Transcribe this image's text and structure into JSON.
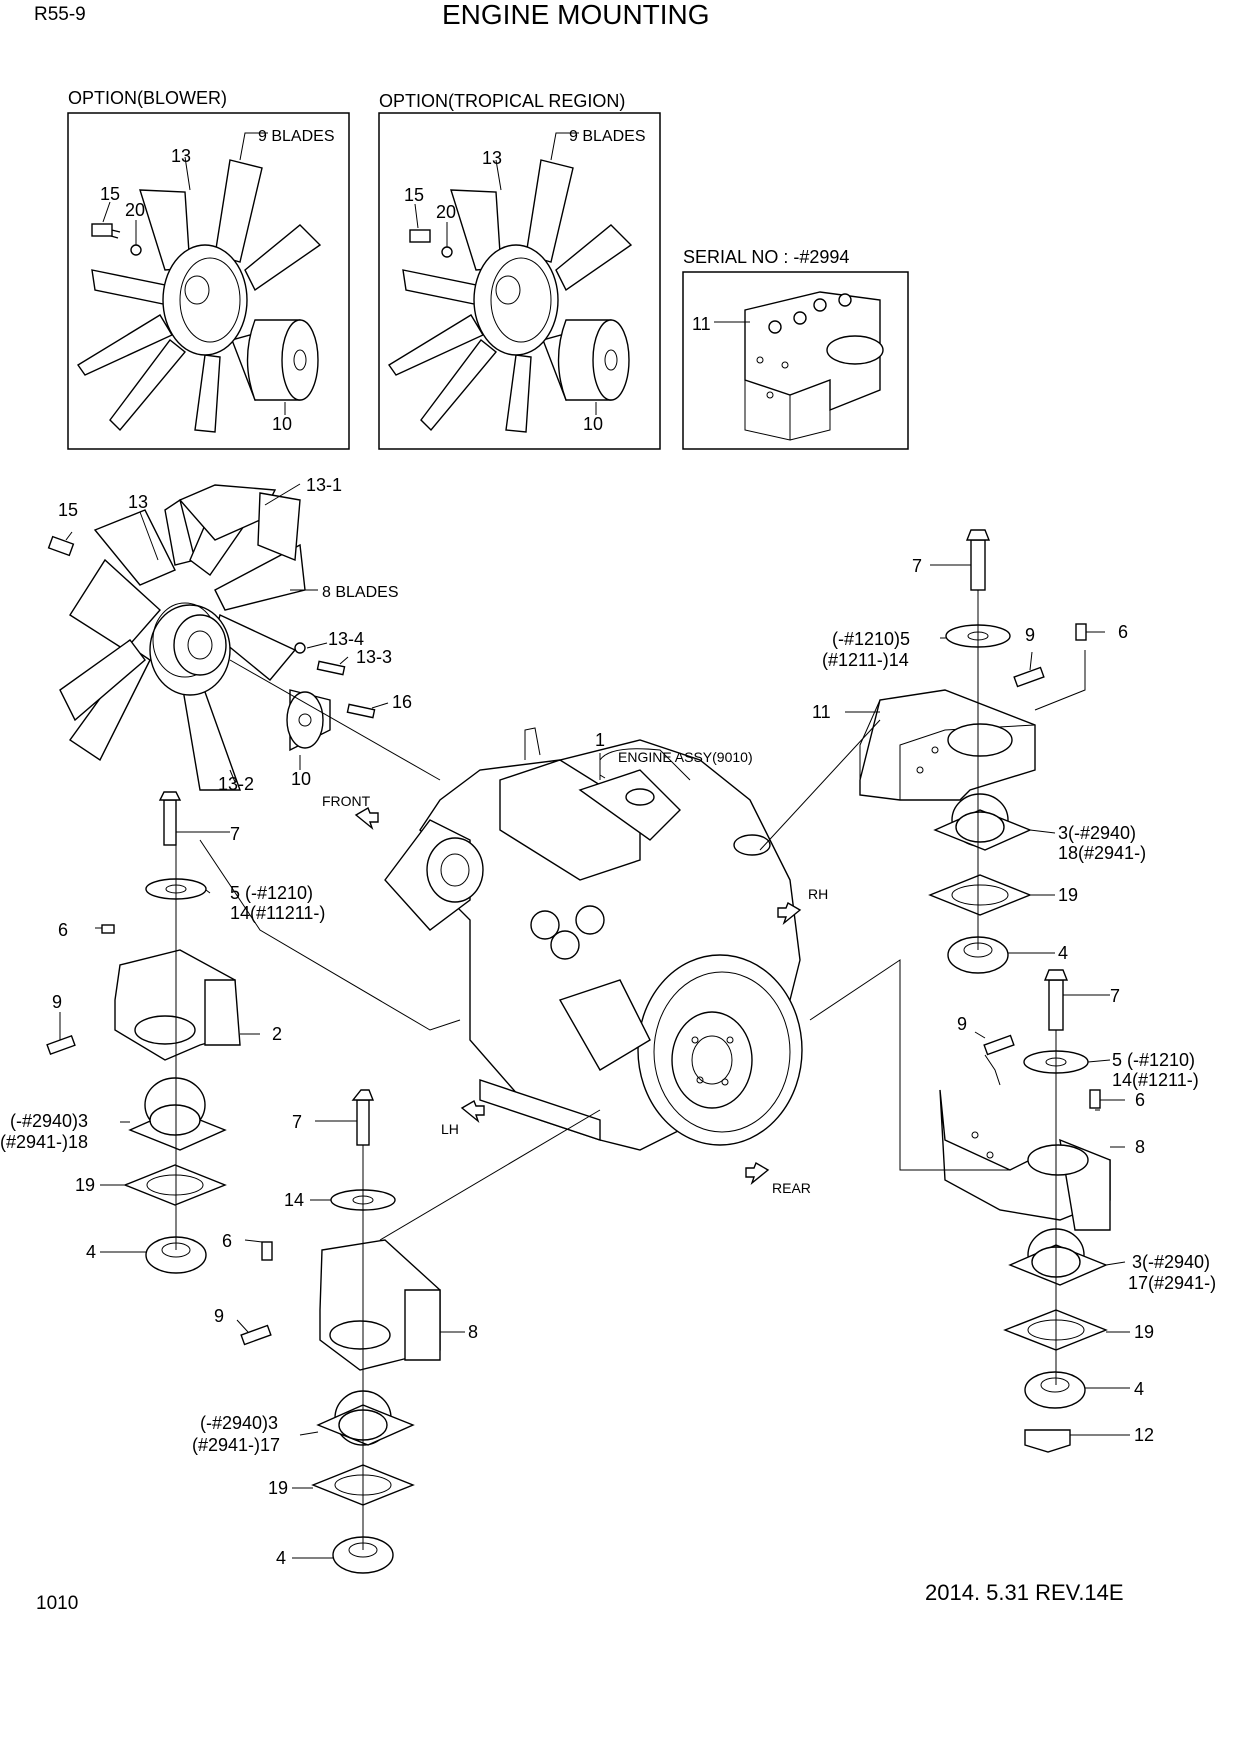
{
  "header": {
    "model": "R55-9",
    "title": "ENGINE MOUNTING"
  },
  "footer": {
    "page": "1010",
    "revision": "2014. 5.31  REV.14E"
  },
  "options": {
    "blower": {
      "title": "OPTION(BLOWER)",
      "blades": "9 BLADES",
      "fan": "13",
      "bolt": "15",
      "washer": "20",
      "spacer": "10"
    },
    "tropical": {
      "title": "OPTION(TROPICAL REGION)",
      "blades": "9 BLADES",
      "fan": "13",
      "bolt": "15",
      "washer": "20",
      "spacer": "10"
    },
    "serial": {
      "title": "SERIAL NO : -#2994",
      "bracket": "11"
    }
  },
  "fan": {
    "bolt": "15",
    "fan": "13",
    "hub": "13-1",
    "blades": "8 BLADES",
    "p13_4": "13-4",
    "p13_3": "13-3",
    "p16": "16",
    "spacer": "10",
    "p13_2": "13-2"
  },
  "engine": {
    "num": "1",
    "label": "ENGINE ASSY(9010)"
  },
  "directions": {
    "front": "FRONT",
    "rh": "RH",
    "lh": "LH",
    "rear": "REAR"
  },
  "left_mount": {
    "p7": "7",
    "p5": "5 (-#1210)",
    "p14": "14(#11211-)",
    "p6": "6",
    "p9": "9",
    "p2": "2",
    "p3": "(-#2940)3",
    "p18": "(#2941-)18",
    "p19": "19",
    "p4": "4"
  },
  "center_mount": {
    "p7": "7",
    "p14": "14",
    "p6": "6",
    "p9": "9",
    "p8": "8",
    "p3": "(-#2940)3",
    "p17": "(#2941-)17",
    "p19": "19",
    "p4": "4"
  },
  "right_upper": {
    "p7": "7",
    "p5": "(-#1210)5",
    "p14": "(#1211-)14",
    "p9": "9",
    "p6": "6",
    "p11": "11",
    "p3": "3(-#2940)",
    "p18": "18(#2941-)",
    "p19": "19",
    "p4": "4"
  },
  "right_lower": {
    "p7": "7",
    "p9": "9",
    "p5": "5 (-#1210)",
    "p14": "14(#1211-)",
    "p6": "6",
    "p8": "8",
    "p3": "3(-#2940)",
    "p17": "17(#2941-)",
    "p19": "19",
    "p4": "4",
    "p12": "12"
  }
}
